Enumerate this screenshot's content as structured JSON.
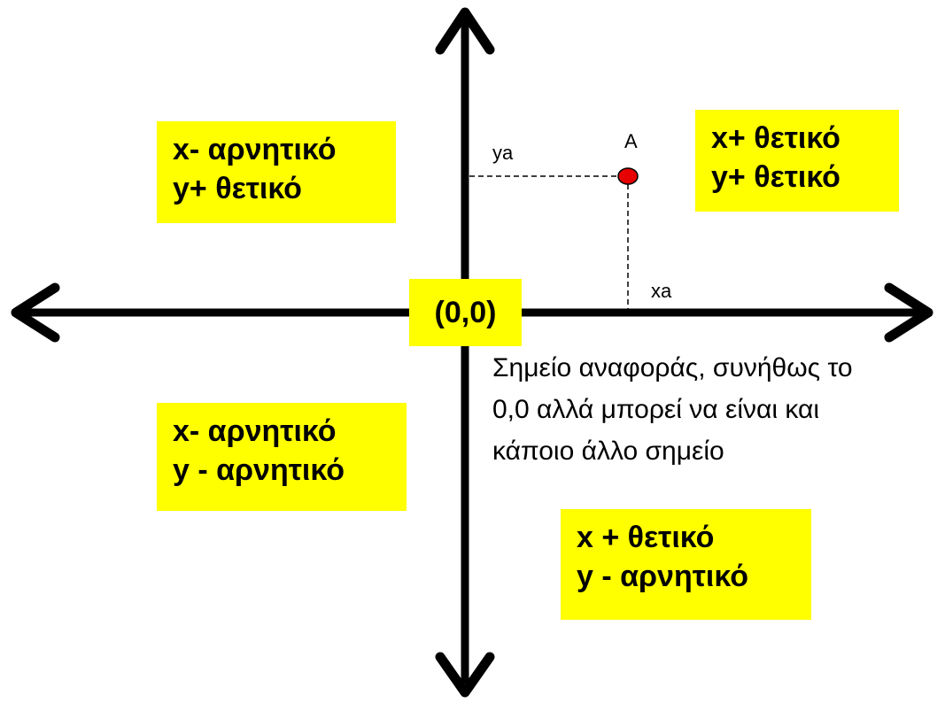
{
  "quadrants": {
    "top_left": {
      "line1": "x- αρνητικό",
      "line2": "y+ θετικό"
    },
    "top_right": {
      "line1": "x+ θετικό",
      "line2": "y+ θετικό"
    },
    "bottom_left": {
      "line1": "x- αρνητικό",
      "line2": "y - αρνητικό"
    },
    "bottom_right": {
      "line1": "x + θετικό",
      "line2": "y - αρνητικό"
    }
  },
  "origin": {
    "label": "(0,0)"
  },
  "point": {
    "label": "A",
    "color": "#e60000"
  },
  "projections": {
    "y_label": "ya",
    "x_label": "xa"
  },
  "note": {
    "line1": "Σημείο αναφοράς, συνήθως το",
    "line2": "0,0 αλλά μπορεί να είναι και",
    "line3": "κάποιο άλλο σημείο"
  },
  "colors": {
    "highlight": "#ffff00",
    "axis": "#000000"
  }
}
